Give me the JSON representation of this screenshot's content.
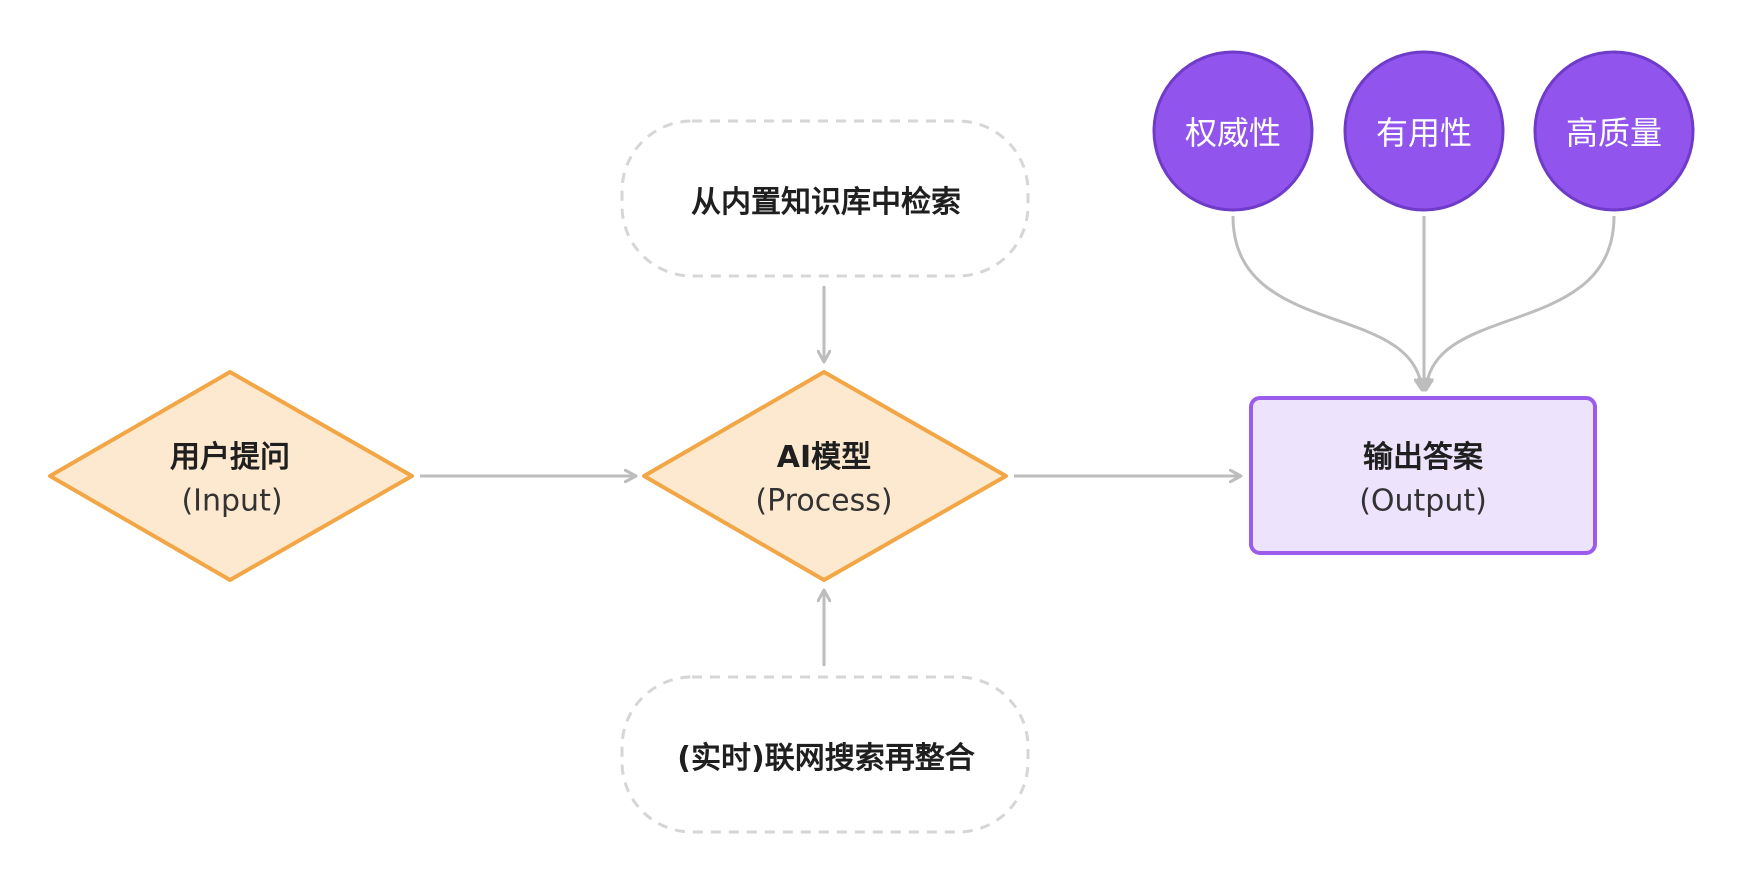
{
  "nodes": {
    "input": {
      "title": "用户提问",
      "subtitle": "(Input)"
    },
    "process": {
      "title": "AI模型",
      "subtitle": "(Process)"
    },
    "output": {
      "title": "输出答案",
      "subtitle": "(Output)"
    },
    "knowledge": {
      "label": "从内置知识库中检索"
    },
    "search": {
      "label": "(实时)联网搜索再整合"
    }
  },
  "qualities": [
    {
      "label": "权威性"
    },
    {
      "label": "有用性"
    },
    {
      "label": "高质量"
    }
  ],
  "colors": {
    "diamond_fill": "#FDE9CF",
    "diamond_stroke": "#F2A646",
    "output_fill": "#EDE3FC",
    "output_stroke": "#9B5CEB",
    "circle_fill": "#9155EE",
    "circle_stroke": "#6F3BC9",
    "arrow": "#BDBDBD",
    "dashed": "#D6D6D6"
  }
}
